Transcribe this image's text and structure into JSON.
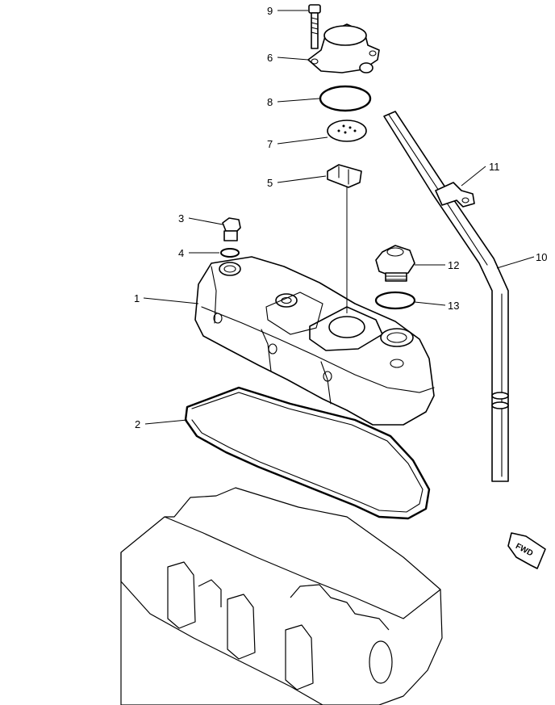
{
  "diagram": {
    "callouts": [
      {
        "id": "1",
        "label": "1"
      },
      {
        "id": "2",
        "label": "2"
      },
      {
        "id": "3",
        "label": "3"
      },
      {
        "id": "4",
        "label": "4"
      },
      {
        "id": "5",
        "label": "5"
      },
      {
        "id": "6",
        "label": "6"
      },
      {
        "id": "7",
        "label": "7"
      },
      {
        "id": "8",
        "label": "8"
      },
      {
        "id": "9",
        "label": "9"
      },
      {
        "id": "10",
        "label": "10"
      },
      {
        "id": "11",
        "label": "11"
      },
      {
        "id": "12",
        "label": "12"
      },
      {
        "id": "13",
        "label": "13"
      }
    ],
    "direction_marker": "FWD"
  }
}
